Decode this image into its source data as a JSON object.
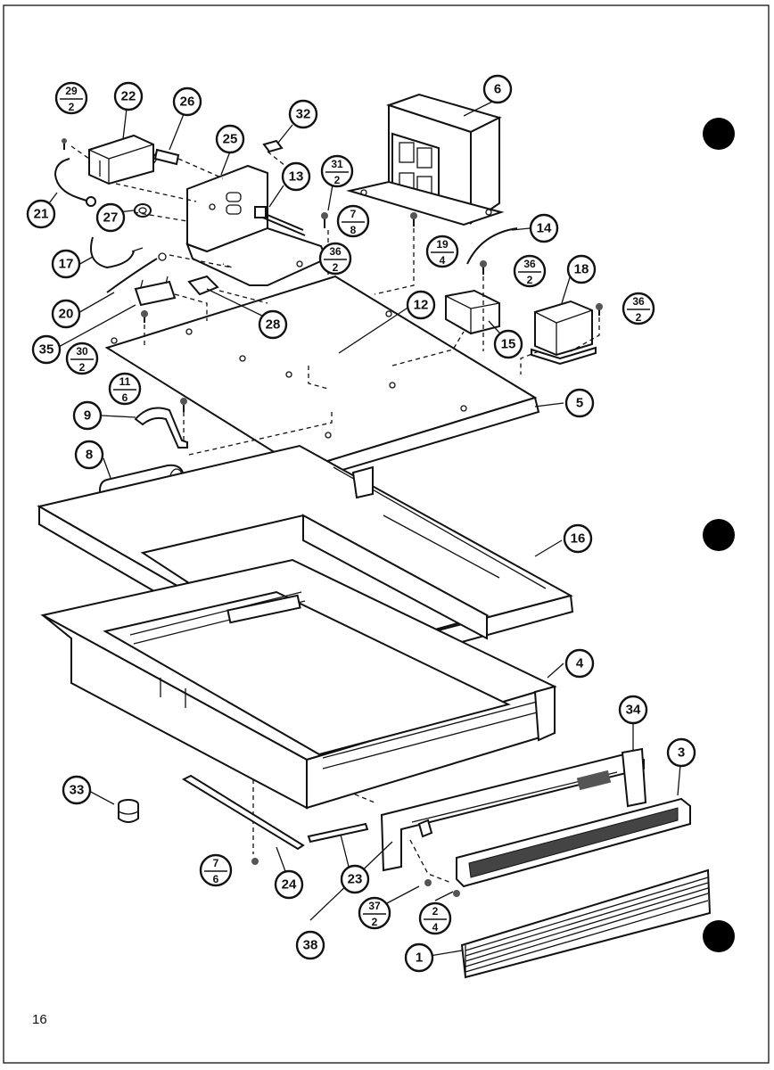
{
  "page_number": "16",
  "callouts": [
    "1",
    "3",
    "4",
    "5",
    "6",
    "8",
    "9",
    "12",
    "13",
    "14",
    "15",
    "16",
    "17",
    "18",
    "20",
    "21",
    "22",
    "23",
    "24",
    "25",
    "26",
    "27",
    "28",
    "32",
    "33",
    "34",
    "35",
    "38"
  ],
  "fractions": [
    {
      "top": "29",
      "bottom": "2"
    },
    {
      "top": "31",
      "bottom": "2"
    },
    {
      "top": "7",
      "bottom": "8"
    },
    {
      "top": "19",
      "bottom": "4"
    },
    {
      "top": "36",
      "bottom": "2"
    },
    {
      "top": "36",
      "bottom": "2"
    },
    {
      "top": "36",
      "bottom": "2"
    },
    {
      "top": "30",
      "bottom": "2"
    },
    {
      "top": "11",
      "bottom": "6"
    },
    {
      "top": "7",
      "bottom": "6"
    },
    {
      "top": "37",
      "bottom": "2"
    },
    {
      "top": "2",
      "bottom": "4"
    }
  ]
}
